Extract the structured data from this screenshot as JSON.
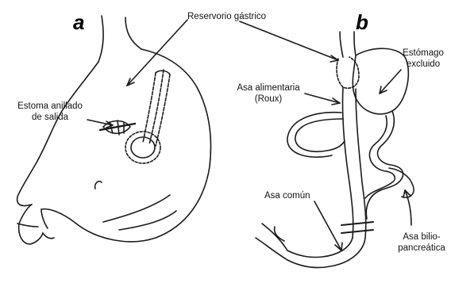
{
  "panels": {
    "a": "a",
    "b": "b"
  },
  "labels": {
    "reservorio": "Reservorio gástrico",
    "estoma_line1": "Estoma anillado",
    "estoma_line2": "de salida",
    "estomago_line1": "Estómago",
    "estomago_line2": "excluido",
    "asa_alim_line1": "Asa alimentaria",
    "asa_alim_line2": "(Roux)",
    "asa_comun": "Asa común",
    "asa_bilio_line1": "Asa bilio-",
    "asa_bilio_line2": "pancreática"
  },
  "colors": {
    "ink": "#1a1a1a",
    "background": "#ffffff"
  }
}
